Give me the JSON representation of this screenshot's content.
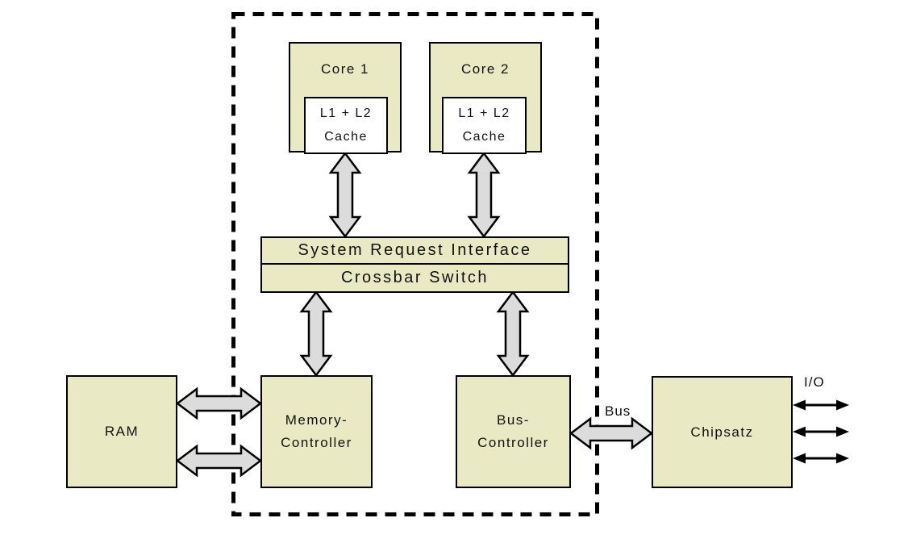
{
  "colors": {
    "background": "#ffffff",
    "block_fill": "#e9eac4",
    "cache_fill": "#ffffff",
    "arrow_fill": "#dcdcdc",
    "line": "#000000"
  },
  "blocks": {
    "core1": {
      "label": "Core 1"
    },
    "core2": {
      "label": "Core 2"
    },
    "cache1": {
      "line1": "L1 + L2",
      "line2": "Cache"
    },
    "cache2": {
      "line1": "L1 + L2",
      "line2": "Cache"
    },
    "system_request_interface": {
      "label": "System Request Interface"
    },
    "crossbar_switch": {
      "label": "Crossbar Switch"
    },
    "ram": {
      "label": "RAM"
    },
    "memory_controller": {
      "line1": "Memory-",
      "line2": "Controller"
    },
    "bus_controller": {
      "line1": "Bus-",
      "line2": "Controller"
    },
    "chipset": {
      "label": "Chipsatz"
    }
  },
  "labels": {
    "bus": "Bus",
    "io": "I/O"
  },
  "connections": [
    {
      "from": "cache1",
      "to": "system_request_interface",
      "type": "wide-double-arrow"
    },
    {
      "from": "cache2",
      "to": "system_request_interface",
      "type": "wide-double-arrow"
    },
    {
      "from": "crossbar_switch",
      "to": "memory_controller",
      "type": "wide-double-arrow"
    },
    {
      "from": "crossbar_switch",
      "to": "bus_controller",
      "type": "wide-double-arrow"
    },
    {
      "from": "ram",
      "to": "memory_controller",
      "type": "wide-double-arrow",
      "count": 2
    },
    {
      "from": "bus_controller",
      "to": "chipset",
      "type": "wide-double-arrow",
      "label": "Bus"
    },
    {
      "from": "chipset",
      "to": "external-io",
      "type": "thin-double-arrow",
      "count": 3,
      "label": "I/O"
    }
  ],
  "boundary": {
    "style": "dashed",
    "meaning": "cpu-die-outline"
  }
}
